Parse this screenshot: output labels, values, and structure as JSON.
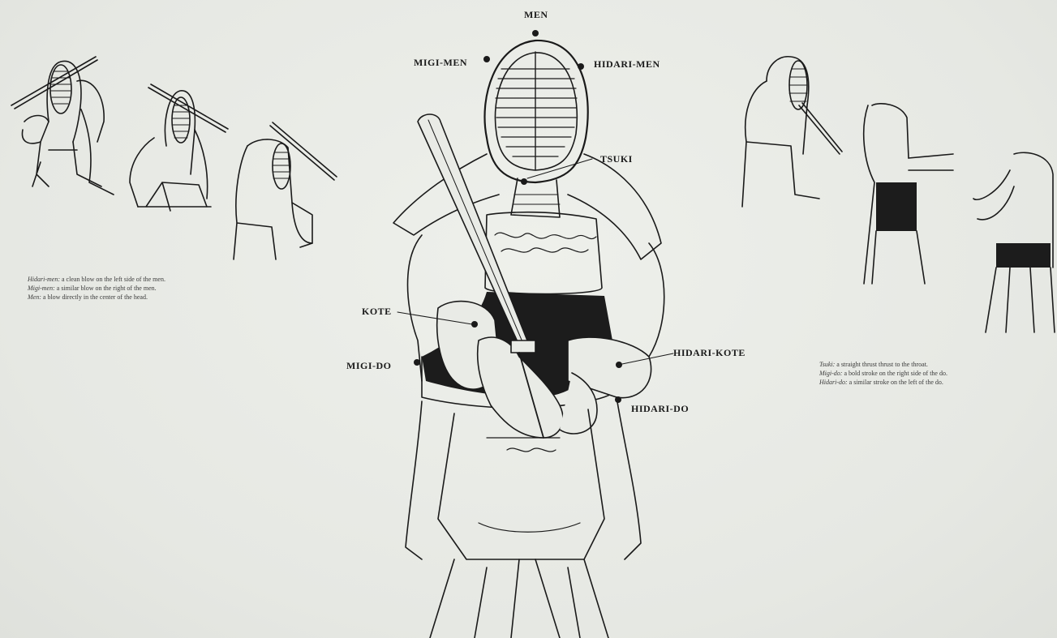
{
  "labels": {
    "men": "MEN",
    "migi_men": "MIGI-MEN",
    "hidari_men": "HIDARI-MEN",
    "tsuki": "TSUKI",
    "kote": "KOTE",
    "migi_do": "MIGI-DO",
    "hidari_kote": "HIDARI-KOTE",
    "hidari_do": "HIDARI-DO"
  },
  "left_caption": {
    "line1_term": "Hidari-men:",
    "line1_text": " a clean blow on the left side of the men.",
    "line2_term": "Migi-men:",
    "line2_text": " a similar blow on the right of the men.",
    "line3_term": "Men:",
    "line3_text": " a blow directly in the center of the head."
  },
  "right_caption": {
    "line1_term": "Tsuki:",
    "line1_text": " a straight thrust thrust to the throat.",
    "line2_term": "Migi-do:",
    "line2_text": " a bold stroke on the right side of the do.",
    "line3_term": "Hidari-do:",
    "line3_text": " a similar stroke on the left of the do."
  },
  "colors": {
    "ink": "#1a1a1a",
    "paper": "#e9ebe6",
    "armor_dark": "#1c1c1c"
  }
}
